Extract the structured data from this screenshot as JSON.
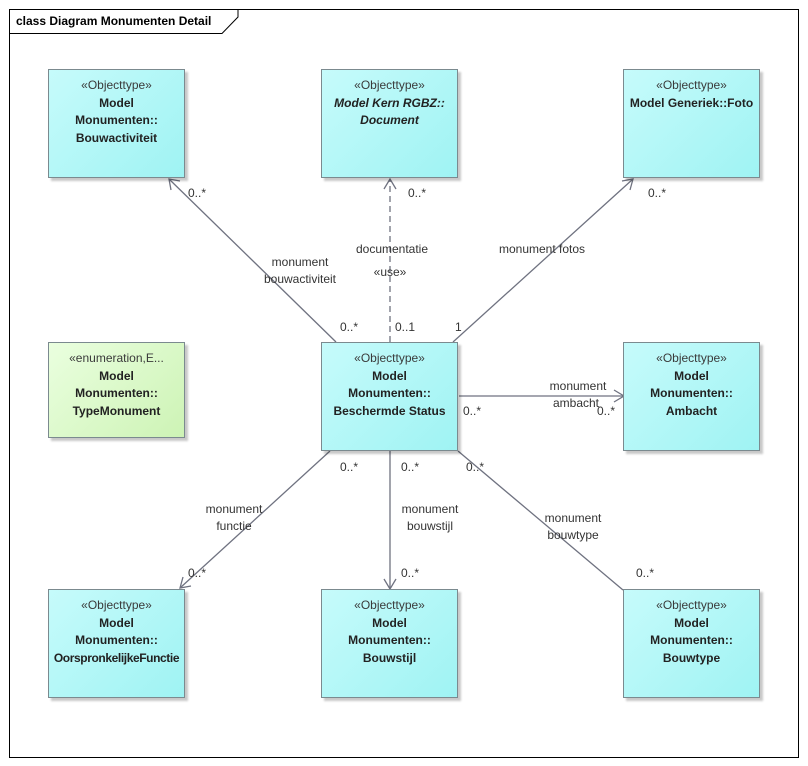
{
  "frame": {
    "title": "class Diagram Monumenten Detail"
  },
  "classes": {
    "bouwactiviteit": {
      "stereotype": "«Objecttype»",
      "lines": [
        "Model",
        "Monumenten::",
        "Bouwactiviteit"
      ]
    },
    "document": {
      "stereotype": "«Objecttype»",
      "lines": [
        "Model Kern RGBZ::",
        "Document"
      ]
    },
    "foto": {
      "stereotype": "«Objecttype»",
      "lines": [
        "Model Generiek::Foto"
      ]
    },
    "typemonument": {
      "stereotype": "«enumeration,E...",
      "lines": [
        "Model",
        "Monumenten::",
        "TypeMonument"
      ]
    },
    "beschermde_status": {
      "stereotype": "«Objecttype»",
      "lines": [
        "Model",
        "Monumenten::",
        "Beschermde Status"
      ]
    },
    "ambacht": {
      "stereotype": "«Objecttype»",
      "lines": [
        "Model",
        "Monumenten::",
        "Ambacht"
      ]
    },
    "oorspronkelijke_functie": {
      "stereotype": "«Objecttype»",
      "lines": [
        "Model",
        "Monumenten::",
        "OorspronkelijkeFunctie"
      ]
    },
    "bouwstijl": {
      "stereotype": "«Objecttype»",
      "lines": [
        "Model",
        "Monumenten::",
        "Bouwstijl"
      ]
    },
    "bouwtype": {
      "stereotype": "«Objecttype»",
      "lines": [
        "Model",
        "Monumenten::",
        "Bouwtype"
      ]
    }
  },
  "associations": {
    "bouwactiviteit": {
      "role": [
        "monument",
        "bouwactiviteit"
      ],
      "source_mult": "0..*",
      "target_mult": "0..*"
    },
    "documentatie": {
      "role": [
        "documentatie"
      ],
      "stereotype": "«use»",
      "source_mult": "0..1",
      "target_mult": "0..*"
    },
    "fotos": {
      "role": [
        "monument fotos"
      ],
      "source_mult": "1",
      "target_mult": "0..*"
    },
    "ambacht": {
      "role": [
        "monument",
        "ambacht"
      ],
      "source_mult": "0..*",
      "target_mult": "0..*"
    },
    "functie": {
      "role": [
        "monument",
        "functie"
      ],
      "source_mult": "0..*",
      "target_mult": "0..*"
    },
    "bouwstijl": {
      "role": [
        "monument",
        "bouwstijl"
      ],
      "source_mult": "0..*",
      "target_mult": "0..*"
    },
    "bouwtype": {
      "role": [
        "monument",
        "bouwtype"
      ],
      "source_mult": "0..*",
      "target_mult": "0..*"
    }
  },
  "colors": {
    "class_fill": "#aef6f6",
    "enum_fill": "#d9f7c9",
    "line": "#6f7280",
    "frame": "#000000"
  }
}
